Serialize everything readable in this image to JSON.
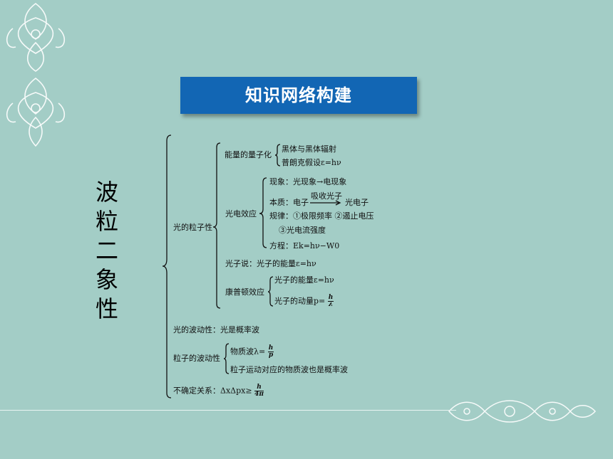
{
  "banner": {
    "title": "知识网络构建"
  },
  "side_title": [
    "波",
    "粒",
    "二",
    "象",
    "性"
  ],
  "tree": {
    "particle": {
      "label": "光的粒子性",
      "quantization": {
        "label": "能量的量子化",
        "items": [
          "黑体与黑体辐射",
          "普朗克假设ε=hν"
        ]
      },
      "photoelectric": {
        "label": "光电效应",
        "phenomenon": "现象：光现象→电现象",
        "essence_prefix": "本质：电子",
        "essence_arrow_label": "吸收光子",
        "essence_suffix": "光电子",
        "law_line1": "规律：①极限频率 ②遏止电压",
        "law_line2": "③光电流强度",
        "equation": "方程：Ek=hν−W0"
      },
      "photon_theory": "光子说：光子的能量ε=hν",
      "compton": {
        "label": "康普顿效应",
        "energy": "光子的能量ε=hν",
        "momentum_prefix": "光子的动量p=",
        "momentum_num": "h",
        "momentum_den": "λ"
      }
    },
    "wave": {
      "label": "光的波动性：光是概率波"
    },
    "particle_wave": {
      "label": "粒子的波动性",
      "matter_wave_prefix": "物质波λ=",
      "matter_wave_num": "h",
      "matter_wave_den": "p",
      "probability": "粒子运动对应的物质波也是概率波"
    },
    "uncertainty": {
      "prefix": "不确定关系：ΔxΔpx≥",
      "num": "h",
      "den": "4π"
    }
  }
}
